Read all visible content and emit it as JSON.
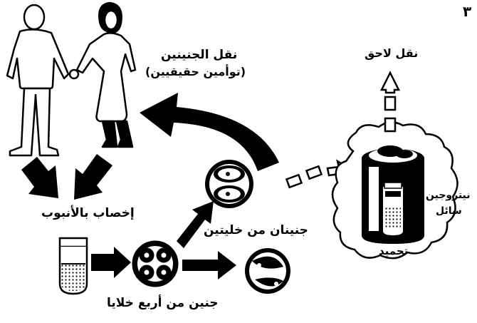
{
  "page_number": "٣",
  "labels": {
    "transfer_line1": "نقل الجنينين",
    "transfer_line2": "(توأمين حقيقيين)",
    "later_transfer": "نقل لاحق",
    "ivf": "إخصاب بالأنبوب",
    "two_cell": "جنينان من خليتين",
    "four_cell": "جنين من أربع خلايا",
    "nitrogen_line1": "نيتروجين",
    "nitrogen_line2": "سائل",
    "freezing": "تجميد"
  }
}
